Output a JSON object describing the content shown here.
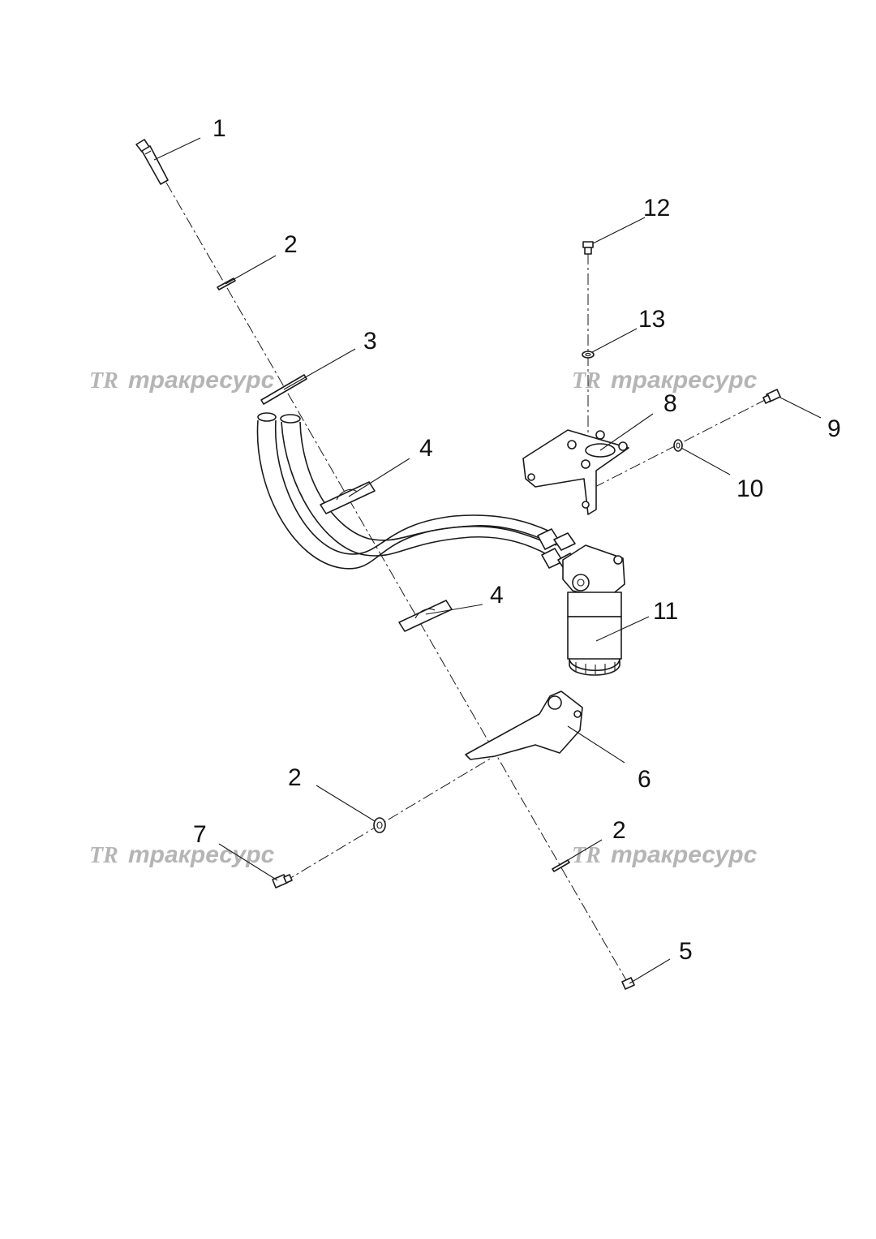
{
  "watermark": {
    "logo": "TR",
    "text": "тракресурс"
  },
  "callouts": [
    {
      "id": "1",
      "label": "1"
    },
    {
      "id": "2a",
      "label": "2"
    },
    {
      "id": "3",
      "label": "3"
    },
    {
      "id": "4a",
      "label": "4"
    },
    {
      "id": "4b",
      "label": "4"
    },
    {
      "id": "5",
      "label": "5"
    },
    {
      "id": "6",
      "label": "6"
    },
    {
      "id": "2b",
      "label": "2"
    },
    {
      "id": "7",
      "label": "7"
    },
    {
      "id": "2c",
      "label": "2"
    },
    {
      "id": "8",
      "label": "8"
    },
    {
      "id": "9",
      "label": "9"
    },
    {
      "id": "10",
      "label": "10"
    },
    {
      "id": "11",
      "label": "11"
    },
    {
      "id": "12",
      "label": "12"
    },
    {
      "id": "13",
      "label": "13"
    }
  ],
  "colors": {
    "line": "#1a1a1a",
    "watermark": "#b5b5b5",
    "background": "#ffffff"
  }
}
